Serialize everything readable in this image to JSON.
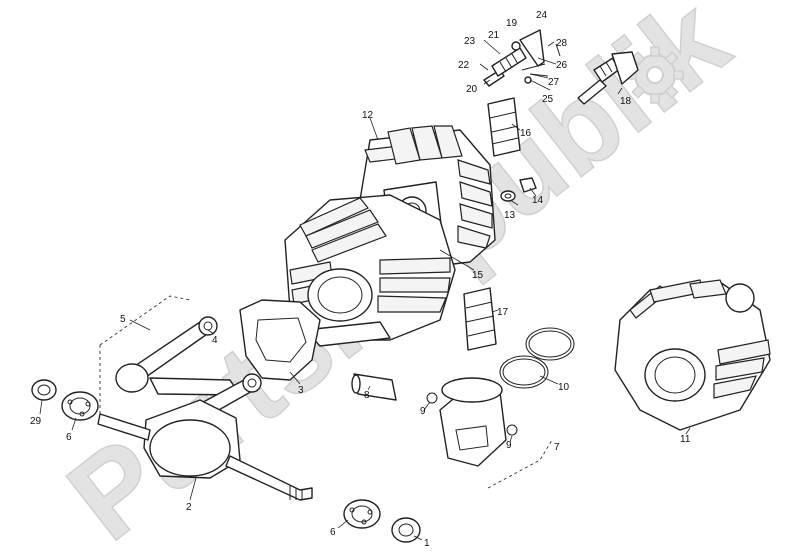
{
  "watermark": {
    "text": "PartsRepublik"
  },
  "callouts": [
    {
      "id": "n1",
      "text": "1"
    },
    {
      "id": "n2",
      "text": "2"
    },
    {
      "id": "n3",
      "text": "3"
    },
    {
      "id": "n4",
      "text": "4"
    },
    {
      "id": "n5",
      "text": "5"
    },
    {
      "id": "n6a",
      "text": "6"
    },
    {
      "id": "n6b",
      "text": "6"
    },
    {
      "id": "n7",
      "text": "7"
    },
    {
      "id": "n8",
      "text": "8"
    },
    {
      "id": "n9a",
      "text": "9"
    },
    {
      "id": "n9b",
      "text": "9"
    },
    {
      "id": "n10",
      "text": "10"
    },
    {
      "id": "n11",
      "text": "11"
    },
    {
      "id": "n12",
      "text": "12"
    },
    {
      "id": "n13",
      "text": "13"
    },
    {
      "id": "n14",
      "text": "14"
    },
    {
      "id": "n15",
      "text": "15"
    },
    {
      "id": "n16",
      "text": "16"
    },
    {
      "id": "n17",
      "text": "17"
    },
    {
      "id": "n18",
      "text": "18"
    },
    {
      "id": "n19",
      "text": "19"
    },
    {
      "id": "n20",
      "text": "20"
    },
    {
      "id": "n21",
      "text": "21"
    },
    {
      "id": "n22",
      "text": "22"
    },
    {
      "id": "n23",
      "text": "23"
    },
    {
      "id": "n24",
      "text": "24"
    },
    {
      "id": "n25",
      "text": "25"
    },
    {
      "id": "n26",
      "text": "26"
    },
    {
      "id": "n27",
      "text": "27"
    },
    {
      "id": "n28",
      "text": "28"
    },
    {
      "id": "n29",
      "text": "29"
    }
  ]
}
